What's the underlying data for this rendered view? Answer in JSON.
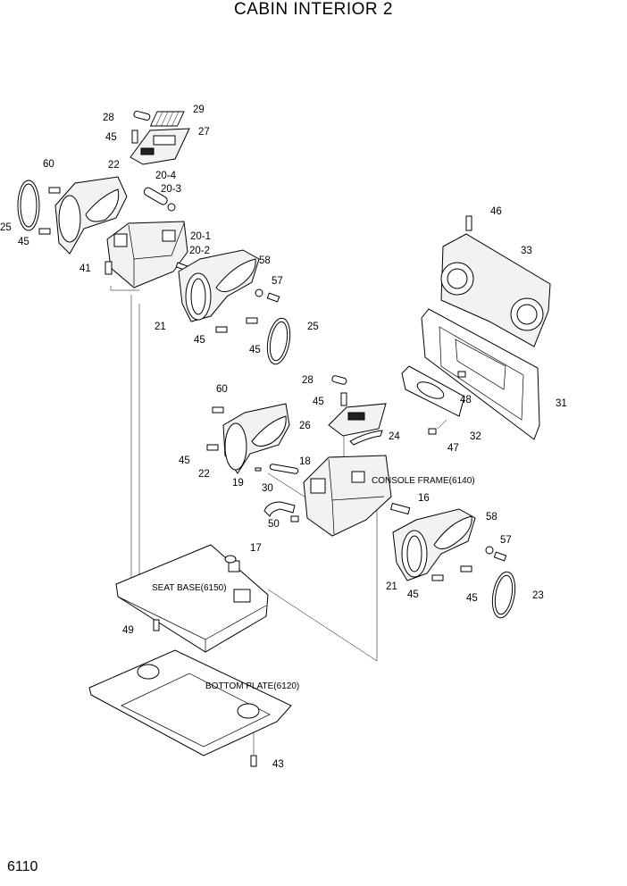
{
  "title": "CABIN INTERIOR 2",
  "page_number": "6110",
  "assemblies": {
    "console_frame": "CONSOLE FRAME(6140)",
    "seat_base": "SEAT BASE(6150)",
    "bottom_plate": "BOTTOM PLATE(6120)"
  },
  "callouts": [
    "28",
    "29",
    "45",
    "27",
    "60",
    "22",
    "20-4",
    "20-3",
    "25",
    "45",
    "20-1",
    "20-2",
    "41",
    "58",
    "57",
    "21",
    "45",
    "45",
    "25",
    "46",
    "33",
    "31",
    "48",
    "32",
    "47",
    "28",
    "45",
    "60",
    "26",
    "24",
    "45",
    "22",
    "19",
    "18",
    "30",
    "50",
    "16",
    "58",
    "57",
    "21",
    "45",
    "45",
    "23",
    "17",
    "49",
    "43"
  ]
}
